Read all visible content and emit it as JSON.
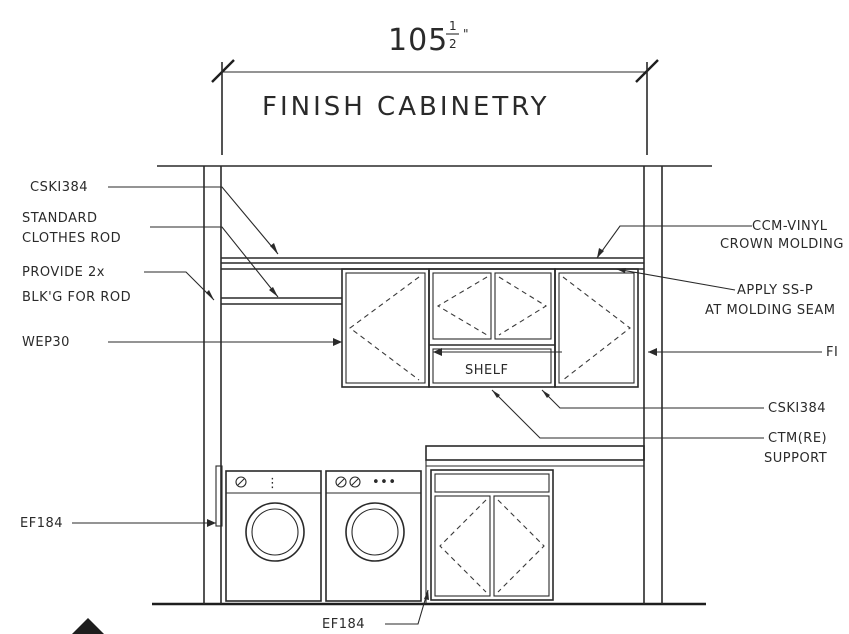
{
  "dimension": {
    "whole": "105",
    "numerator": "1",
    "denominator": "2",
    "unit": "\""
  },
  "title": "FINISH CABINETRY",
  "labels": {
    "csk1384_top": "CSKI384",
    "standard_rod_line1": "STANDARD",
    "standard_rod_line2": "CLOTHES ROD",
    "provide_line1": "PROVIDE 2x",
    "provide_line2": "BLK'G FOR ROD",
    "wep30": "WEP30",
    "ef184_left": "EF184",
    "ef184_bottom": "EF184",
    "ccm_line1": "CCM-VINYL",
    "ccm_line2": "CROWN MOLDING",
    "apply_line1": "APPLY SS-P",
    "apply_line2": "AT MOLDING SEAM",
    "fi": "FI",
    "csk1384_right": "CSKI384",
    "ctm_line1": "CTM(RE)",
    "ctm_line2": "SUPPORT",
    "shelf": "SHELF",
    "washer_dots": "⋮",
    "dryer_dots": "•••"
  },
  "colors": {
    "ink": "#2a2a2a",
    "paper": "#ffffff"
  }
}
